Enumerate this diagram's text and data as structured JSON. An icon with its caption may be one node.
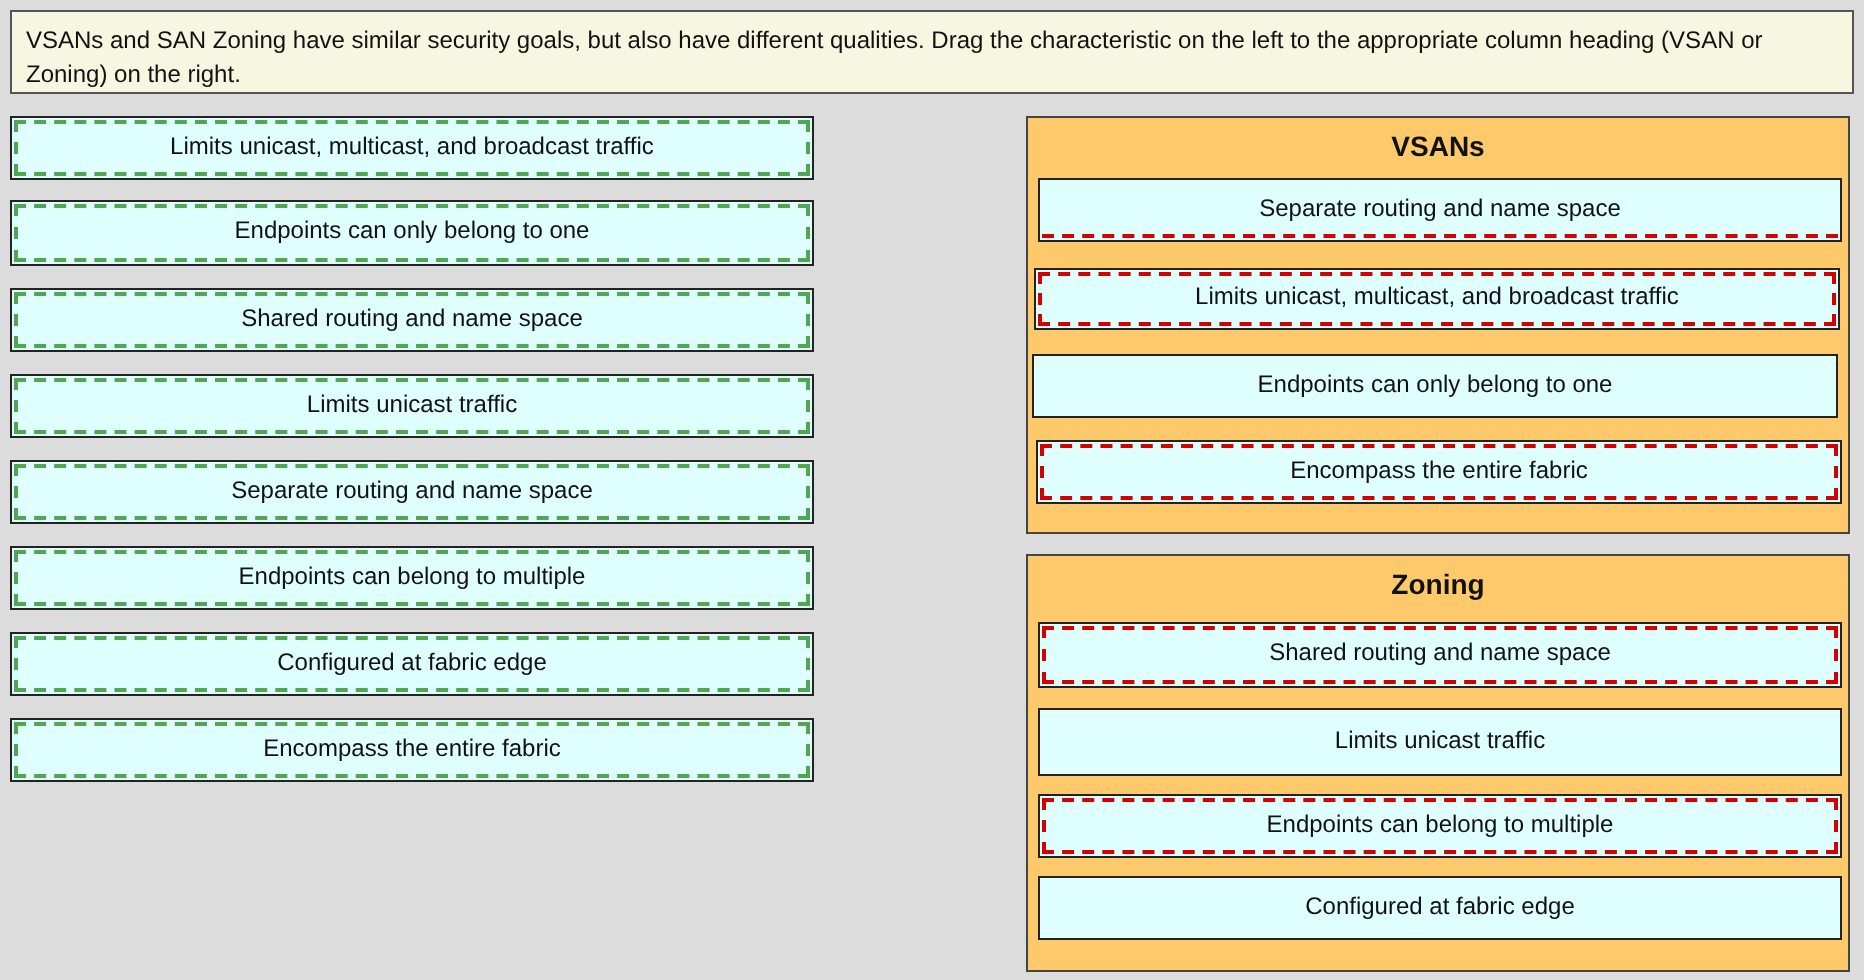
{
  "diagram": {
    "nodes": [
      {
        "text": [
          "VSANs and SAN Zoning have similar security goals, but also have different qualities. Drag the characteristic on the left to the appropriate column heading (VSAN or Zoning) on the right."
        ]
      },
      {
        "text": [
          "Limits unicast, multicast, and broadcast traffic"
        ]
      },
      {
        "text": [
          "Endpoints can only belong to one"
        ]
      },
      {
        "text": [
          "Shared routing and name space"
        ]
      },
      {
        "text": [
          "Limits unicast traffic"
        ]
      },
      {
        "text": [
          "Separate routing and name space"
        ]
      },
      {
        "text": [
          "Endpoints can belong to multiple"
        ]
      },
      {
        "text": [
          "Configured at fabric edge"
        ]
      },
      {
        "text": [
          "Encompass the entire fabric"
        ]
      },
      {
        "text": [
          "VSANs"
        ]
      },
      {
        "text": [
          "Separate routing and name space"
        ],
        "in": 9
      },
      {
        "text": [
          "Limits unicast, multicast, and broadcast traffic"
        ],
        "in": 9
      },
      {
        "text": [
          "Endpoints can only belong to one"
        ],
        "in": 9
      },
      {
        "text": [
          "Encompass the entire fabric"
        ],
        "in": 9
      },
      {
        "text": [
          "Zoning"
        ]
      },
      {
        "text": [
          "Shared routing and name space"
        ],
        "in": 14
      },
      {
        "text": [
          "Limits unicast traffic"
        ],
        "in": 14
      },
      {
        "text": [
          "Endpoints can belong to multiple"
        ],
        "in": 14
      },
      {
        "text": [
          "Configured at fabric edge"
        ],
        "in": 14
      }
    ]
  }
}
